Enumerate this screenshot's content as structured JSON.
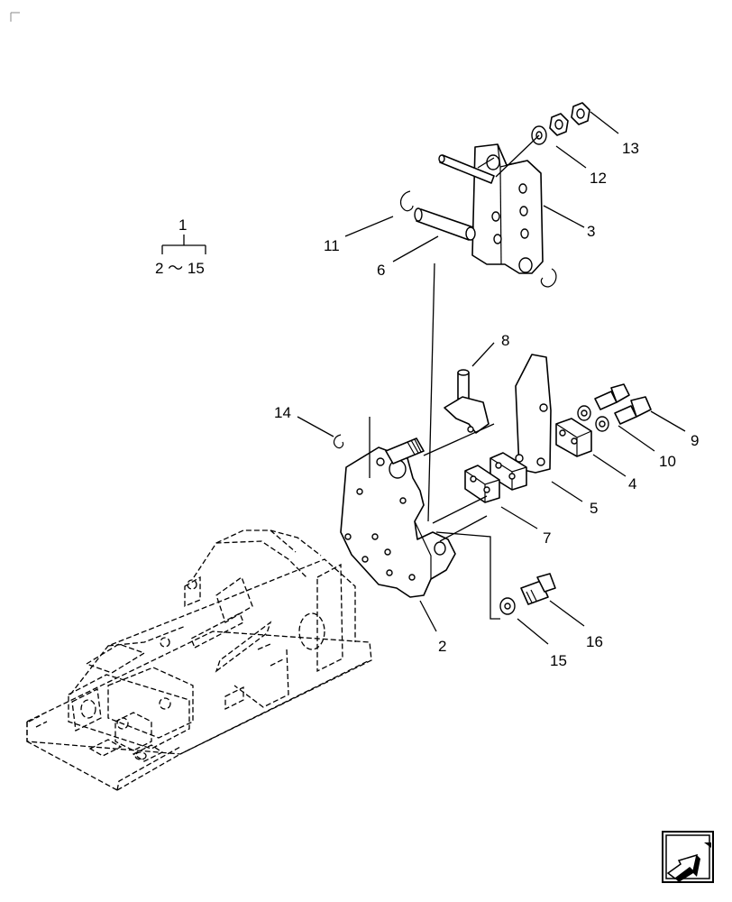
{
  "diagram": {
    "ref_group": {
      "top": "1",
      "range": "2 ～ 15"
    },
    "callouts": [
      {
        "id": "c2",
        "label": "2"
      },
      {
        "id": "c3",
        "label": "3"
      },
      {
        "id": "c4",
        "label": "4"
      },
      {
        "id": "c5",
        "label": "5"
      },
      {
        "id": "c6",
        "label": "6"
      },
      {
        "id": "c7",
        "label": "7"
      },
      {
        "id": "c8",
        "label": "8"
      },
      {
        "id": "c9",
        "label": "9"
      },
      {
        "id": "c10",
        "label": "10"
      },
      {
        "id": "c11",
        "label": "11"
      },
      {
        "id": "c12",
        "label": "12"
      },
      {
        "id": "c13",
        "label": "13"
      },
      {
        "id": "c14",
        "label": "14"
      },
      {
        "id": "c15",
        "label": "15"
      },
      {
        "id": "c16",
        "label": "16"
      }
    ],
    "nav_icon": "next-page-arrow-icon"
  }
}
